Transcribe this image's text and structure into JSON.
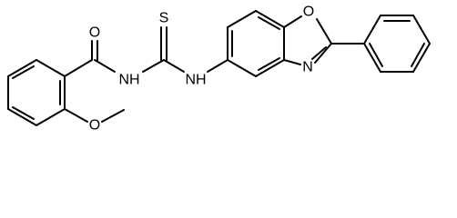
{
  "structure": {
    "atoms": {
      "carbonyl_oxygen": "O",
      "thione_sulfur": "S",
      "amide_nitrogen": "NH",
      "thioamide_nitrogen": "NH",
      "methoxy_oxygen": "O",
      "oxazole_oxygen": "O",
      "oxazole_nitrogen": "N"
    }
  },
  "colors": {
    "bond": "#000000",
    "label": "#000000",
    "background": "#ffffff"
  }
}
